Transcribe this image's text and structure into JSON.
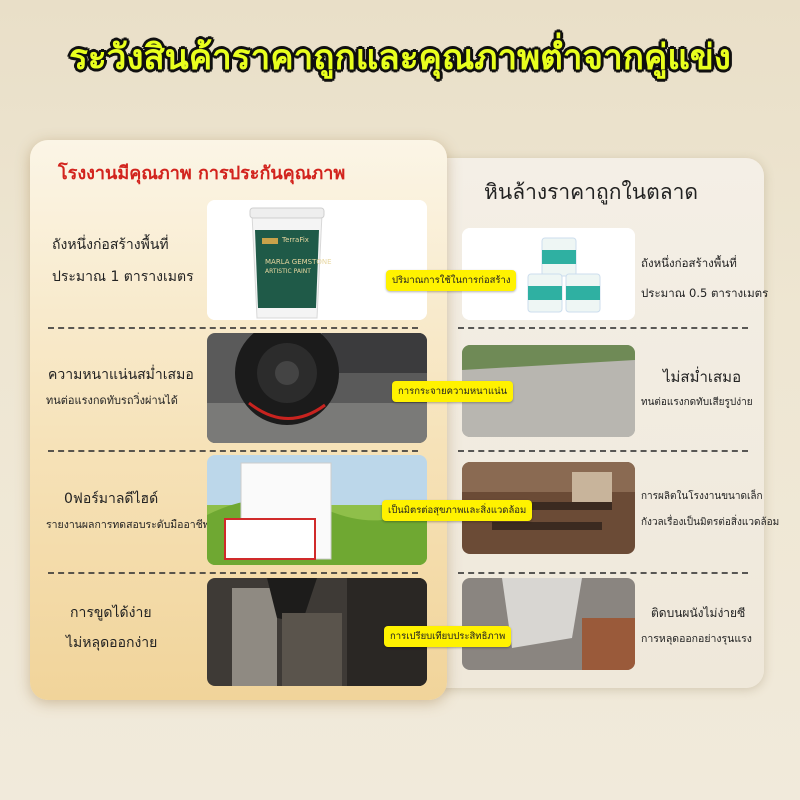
{
  "headline": "ระวังสินค้าราคาถูกและคุณภาพต่ำจากคู่แข่ง",
  "left_panel": {
    "title": "โรงงานมีคุณภาพ   การประกันคุณภาพ",
    "rows": [
      {
        "line1": "ถังหนึ่งก่อสร้างพื้นที่",
        "line2": "ประมาณ 1 ตารางเมตร"
      },
      {
        "line1": "ความหนาแน่นสม่ำเสมอ",
        "line2": "ทนต่อแรงกดทับรถวิ่งผ่านได้"
      },
      {
        "line1": "0ฟอร์มาลดีไฮด์",
        "line2": "รายงานผลการทดสอบระดับมืออาชีพ"
      },
      {
        "line1": "การขูดได้ง่าย",
        "line2": "ไม่หลุดออกง่าย"
      }
    ],
    "product_brand": "TerraFix",
    "product_name": "MARLA GEMSTONE",
    "product_sub": "ARTISTIC PAINT"
  },
  "right_panel": {
    "title": "หินล้างราคาถูกในตลาด",
    "rows": [
      {
        "line1": "ถังหนึ่งก่อสร้างพื้นที่",
        "line2": "ประมาณ 0.5 ตารางเมตร"
      },
      {
        "line1": "ไม่สม่ำเสมอ",
        "line2": "ทนต่อแรงกดทับเสียรูปง่าย"
      },
      {
        "line1": "การผลิตในโรงงานขนาดเล็ก",
        "line2": "กังวลเรื่องเป็นมิตรต่อสิ่งแวดล้อม"
      },
      {
        "line1": "ติดบนผนังไม่ง่ายซี",
        "line2": "การหลุดออกอย่างรุนแรง"
      }
    ]
  },
  "comparison_labels": [
    "ปริมาณการใช้ในการก่อสร้าง",
    "การกระจายความหนาแน่น",
    "เป็นมิตรต่อสุขภาพและสิ่งแวดล้อม",
    "การเปรียบเทียบประสิทธิภาพ"
  ],
  "colors": {
    "headline": "#e8ff1e",
    "left_title": "#d2231d",
    "pill": "#fff200"
  }
}
